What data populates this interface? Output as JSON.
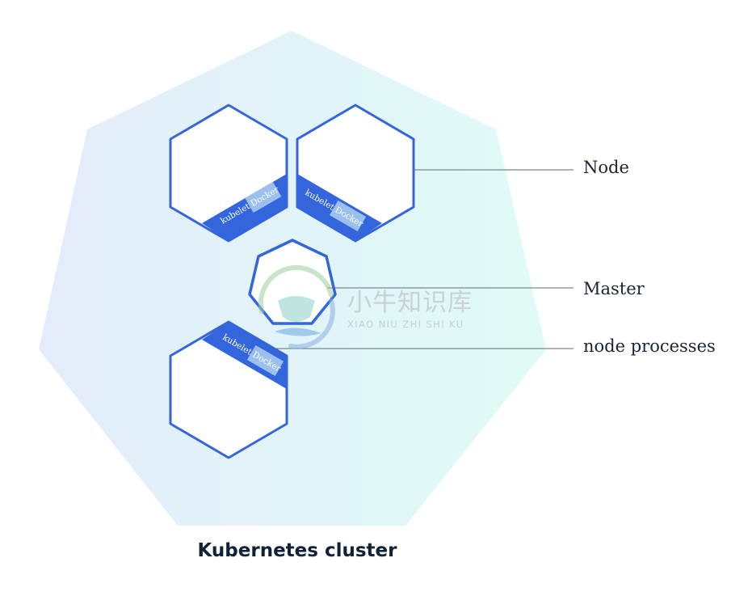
{
  "cluster": {
    "title": "Kubernetes cluster"
  },
  "callouts": {
    "node": "Node",
    "master": "Master",
    "node_processes": "node processes"
  },
  "process_tags": {
    "kubelet": "kubelet",
    "docker": "Docker"
  },
  "watermark": {
    "chinese": "小牛知识库",
    "latin": "XIAO NIU ZHI SHI KU"
  },
  "colors": {
    "hex_stroke": "#3366dd",
    "band_fill": "#3366dd",
    "docker_box": "#9cc0ee",
    "cluster_gradient_left": "#e3ecfa",
    "cluster_gradient_right": "#e0fbf6",
    "leader_line": "#5d6a78"
  }
}
